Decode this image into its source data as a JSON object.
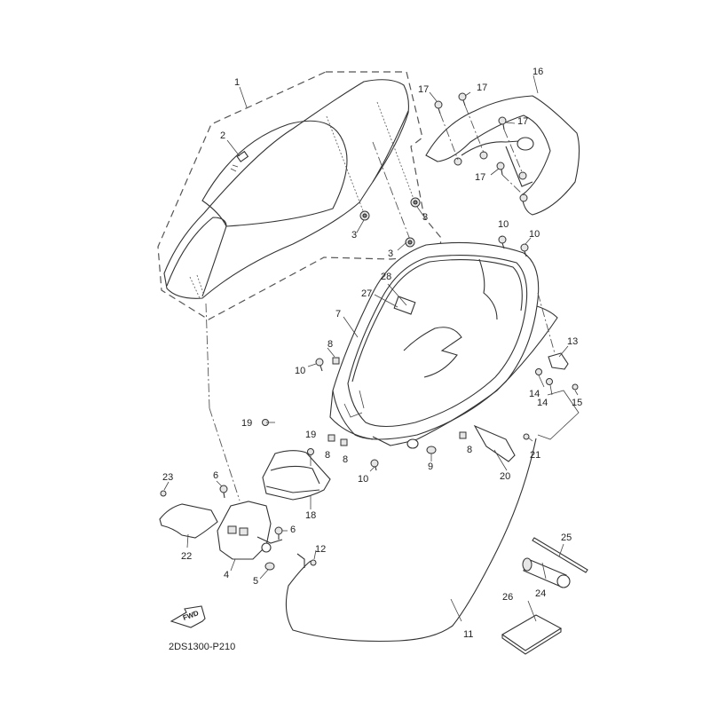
{
  "diagram": {
    "code": "2DS1300-P210",
    "fwd_label": "FWD",
    "callouts": [
      {
        "id": "c1",
        "label": "1"
      },
      {
        "id": "c2",
        "label": "2"
      },
      {
        "id": "c3a",
        "label": "3"
      },
      {
        "id": "c3b",
        "label": "3"
      },
      {
        "id": "c3c",
        "label": "3"
      },
      {
        "id": "c4",
        "label": "4"
      },
      {
        "id": "c5",
        "label": "5"
      },
      {
        "id": "c6a",
        "label": "6"
      },
      {
        "id": "c6b",
        "label": "6"
      },
      {
        "id": "c7",
        "label": "7"
      },
      {
        "id": "c8a",
        "label": "8"
      },
      {
        "id": "c8b",
        "label": "8"
      },
      {
        "id": "c8c",
        "label": "8"
      },
      {
        "id": "c8d",
        "label": "8"
      },
      {
        "id": "c9",
        "label": "9"
      },
      {
        "id": "c10a",
        "label": "10"
      },
      {
        "id": "c10b",
        "label": "10"
      },
      {
        "id": "c10c",
        "label": "10"
      },
      {
        "id": "c10d",
        "label": "10"
      },
      {
        "id": "c11",
        "label": "11"
      },
      {
        "id": "c12",
        "label": "12"
      },
      {
        "id": "c13",
        "label": "13"
      },
      {
        "id": "c14a",
        "label": "14"
      },
      {
        "id": "c14b",
        "label": "14"
      },
      {
        "id": "c15",
        "label": "15"
      },
      {
        "id": "c16",
        "label": "16"
      },
      {
        "id": "c17a",
        "label": "17"
      },
      {
        "id": "c17b",
        "label": "17"
      },
      {
        "id": "c17c",
        "label": "17"
      },
      {
        "id": "c17d",
        "label": "17"
      },
      {
        "id": "c18",
        "label": "18"
      },
      {
        "id": "c19a",
        "label": "19"
      },
      {
        "id": "c19b",
        "label": "19"
      },
      {
        "id": "c20",
        "label": "20"
      },
      {
        "id": "c21",
        "label": "21"
      },
      {
        "id": "c22",
        "label": "22"
      },
      {
        "id": "c23",
        "label": "23"
      },
      {
        "id": "c24",
        "label": "24"
      },
      {
        "id": "c25",
        "label": "25"
      },
      {
        "id": "c26",
        "label": "26"
      },
      {
        "id": "c27",
        "label": "27"
      },
      {
        "id": "c28",
        "label": "28"
      }
    ]
  }
}
